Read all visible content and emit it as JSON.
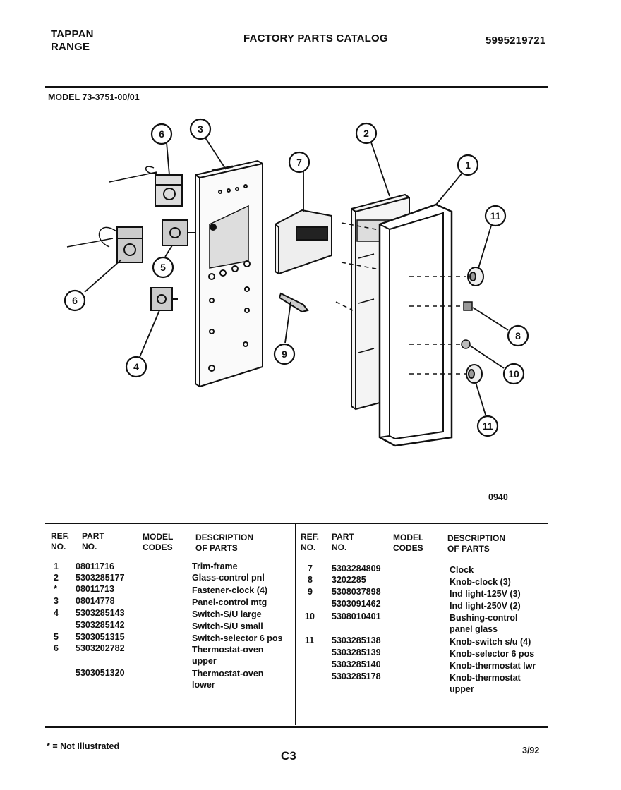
{
  "header": {
    "brand_line1": "TAPPAN",
    "brand_line2": "RANGE",
    "catalog_title": "FACTORY PARTS CATALOG",
    "catalog_number": "5995219721",
    "model_label": "MODEL 73-3751-00/01"
  },
  "diagram": {
    "callouts": [
      "6",
      "3",
      "2",
      "7",
      "1",
      "11",
      "6",
      "5",
      "4",
      "9",
      "8",
      "10",
      "11"
    ],
    "figure_code": "0940"
  },
  "table": {
    "headers": {
      "ref": "REF.",
      "ref2": "NO.",
      "part": "PART",
      "part2": "NO.",
      "model": "MODEL",
      "model2": "CODES",
      "desc": "DESCRIPTION",
      "desc2": "OF PARTS"
    },
    "left": [
      {
        "ref": "1",
        "part": "08011716",
        "desc": "Trim-frame"
      },
      {
        "ref": "2",
        "part": "5303285177",
        "desc": "Glass-control pnl"
      },
      {
        "ref": "*",
        "part": "08011713",
        "desc": "Fastener-clock (4)"
      },
      {
        "ref": "3",
        "part": "08014778",
        "desc": "Panel-control mtg"
      },
      {
        "ref": "4",
        "part": "5303285143",
        "desc": "Switch-S/U large"
      },
      {
        "ref": "",
        "part": "5303285142",
        "desc": "Switch-S/U small"
      },
      {
        "ref": "5",
        "part": "5303051315",
        "desc": "Switch-selector 6 pos"
      },
      {
        "ref": "6",
        "part": "5303202782",
        "desc": "Thermostat-oven upper"
      },
      {
        "ref": "",
        "part": "5303051320",
        "desc": "Thermostat-oven lower"
      }
    ],
    "right": [
      {
        "ref": "7",
        "part": "5303284809",
        "desc": "Clock"
      },
      {
        "ref": "8",
        "part": "3202285",
        "desc": "Knob-clock (3)"
      },
      {
        "ref": "9",
        "part": "5308037898",
        "desc": "Ind light-125V (3)"
      },
      {
        "ref": "",
        "part": "5303091462",
        "desc": "Ind light-250V (2)"
      },
      {
        "ref": "10",
        "part": "5308010401",
        "desc": "Bushing-control panel glass"
      },
      {
        "ref": "11",
        "part": "5303285138",
        "desc": "Knob-switch s/u (4)"
      },
      {
        "ref": "",
        "part": "5303285139",
        "desc": "Knob-selector 6 pos"
      },
      {
        "ref": "",
        "part": "5303285140",
        "desc": "Knob-thermostat lwr"
      },
      {
        "ref": "",
        "part": "5303285178",
        "desc": "Knob-thermostat upper"
      }
    ]
  },
  "footer": {
    "note": "* = Not Illustrated",
    "page": "C3",
    "date": "3/92"
  }
}
